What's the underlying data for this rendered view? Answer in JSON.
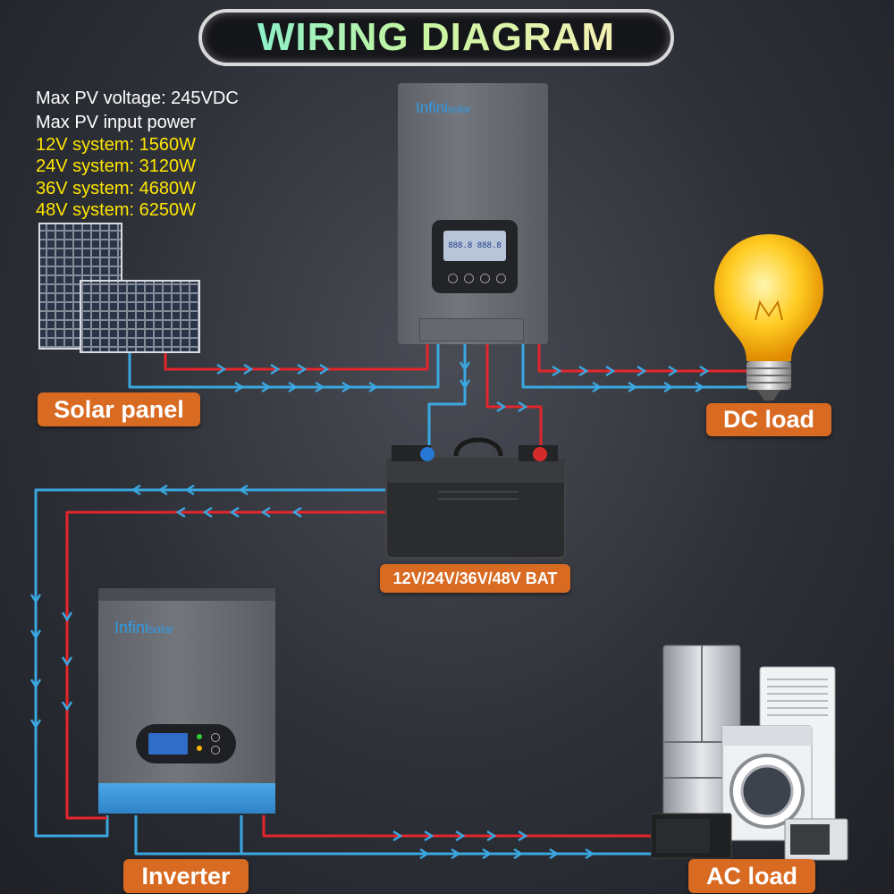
{
  "title": "WIRING DIAGRAM",
  "specs": {
    "max_pv_voltage": "Max PV voltage: 245VDC",
    "max_pv_power": "Max PV input power",
    "sys12": "12V system: 1560W",
    "sys24": "24V system: 3120W",
    "sys36": "36V system: 4680W",
    "sys48": "48V system: 6250W"
  },
  "labels": {
    "solar_panel": "Solar panel",
    "dc_load": "DC load",
    "battery": "12V/24V/36V/48V BAT",
    "inverter": "Inverter",
    "ac_load": "AC load"
  },
  "brand": {
    "infini": "Infini",
    "solar": "solar",
    "lcd_digits": "888.8  888.8"
  },
  "colors": {
    "positive_wire": "#e3262b",
    "negative_wire": "#3aa7e0",
    "label_bg": "#d86a22",
    "spec_yellow": "#ffe600"
  }
}
